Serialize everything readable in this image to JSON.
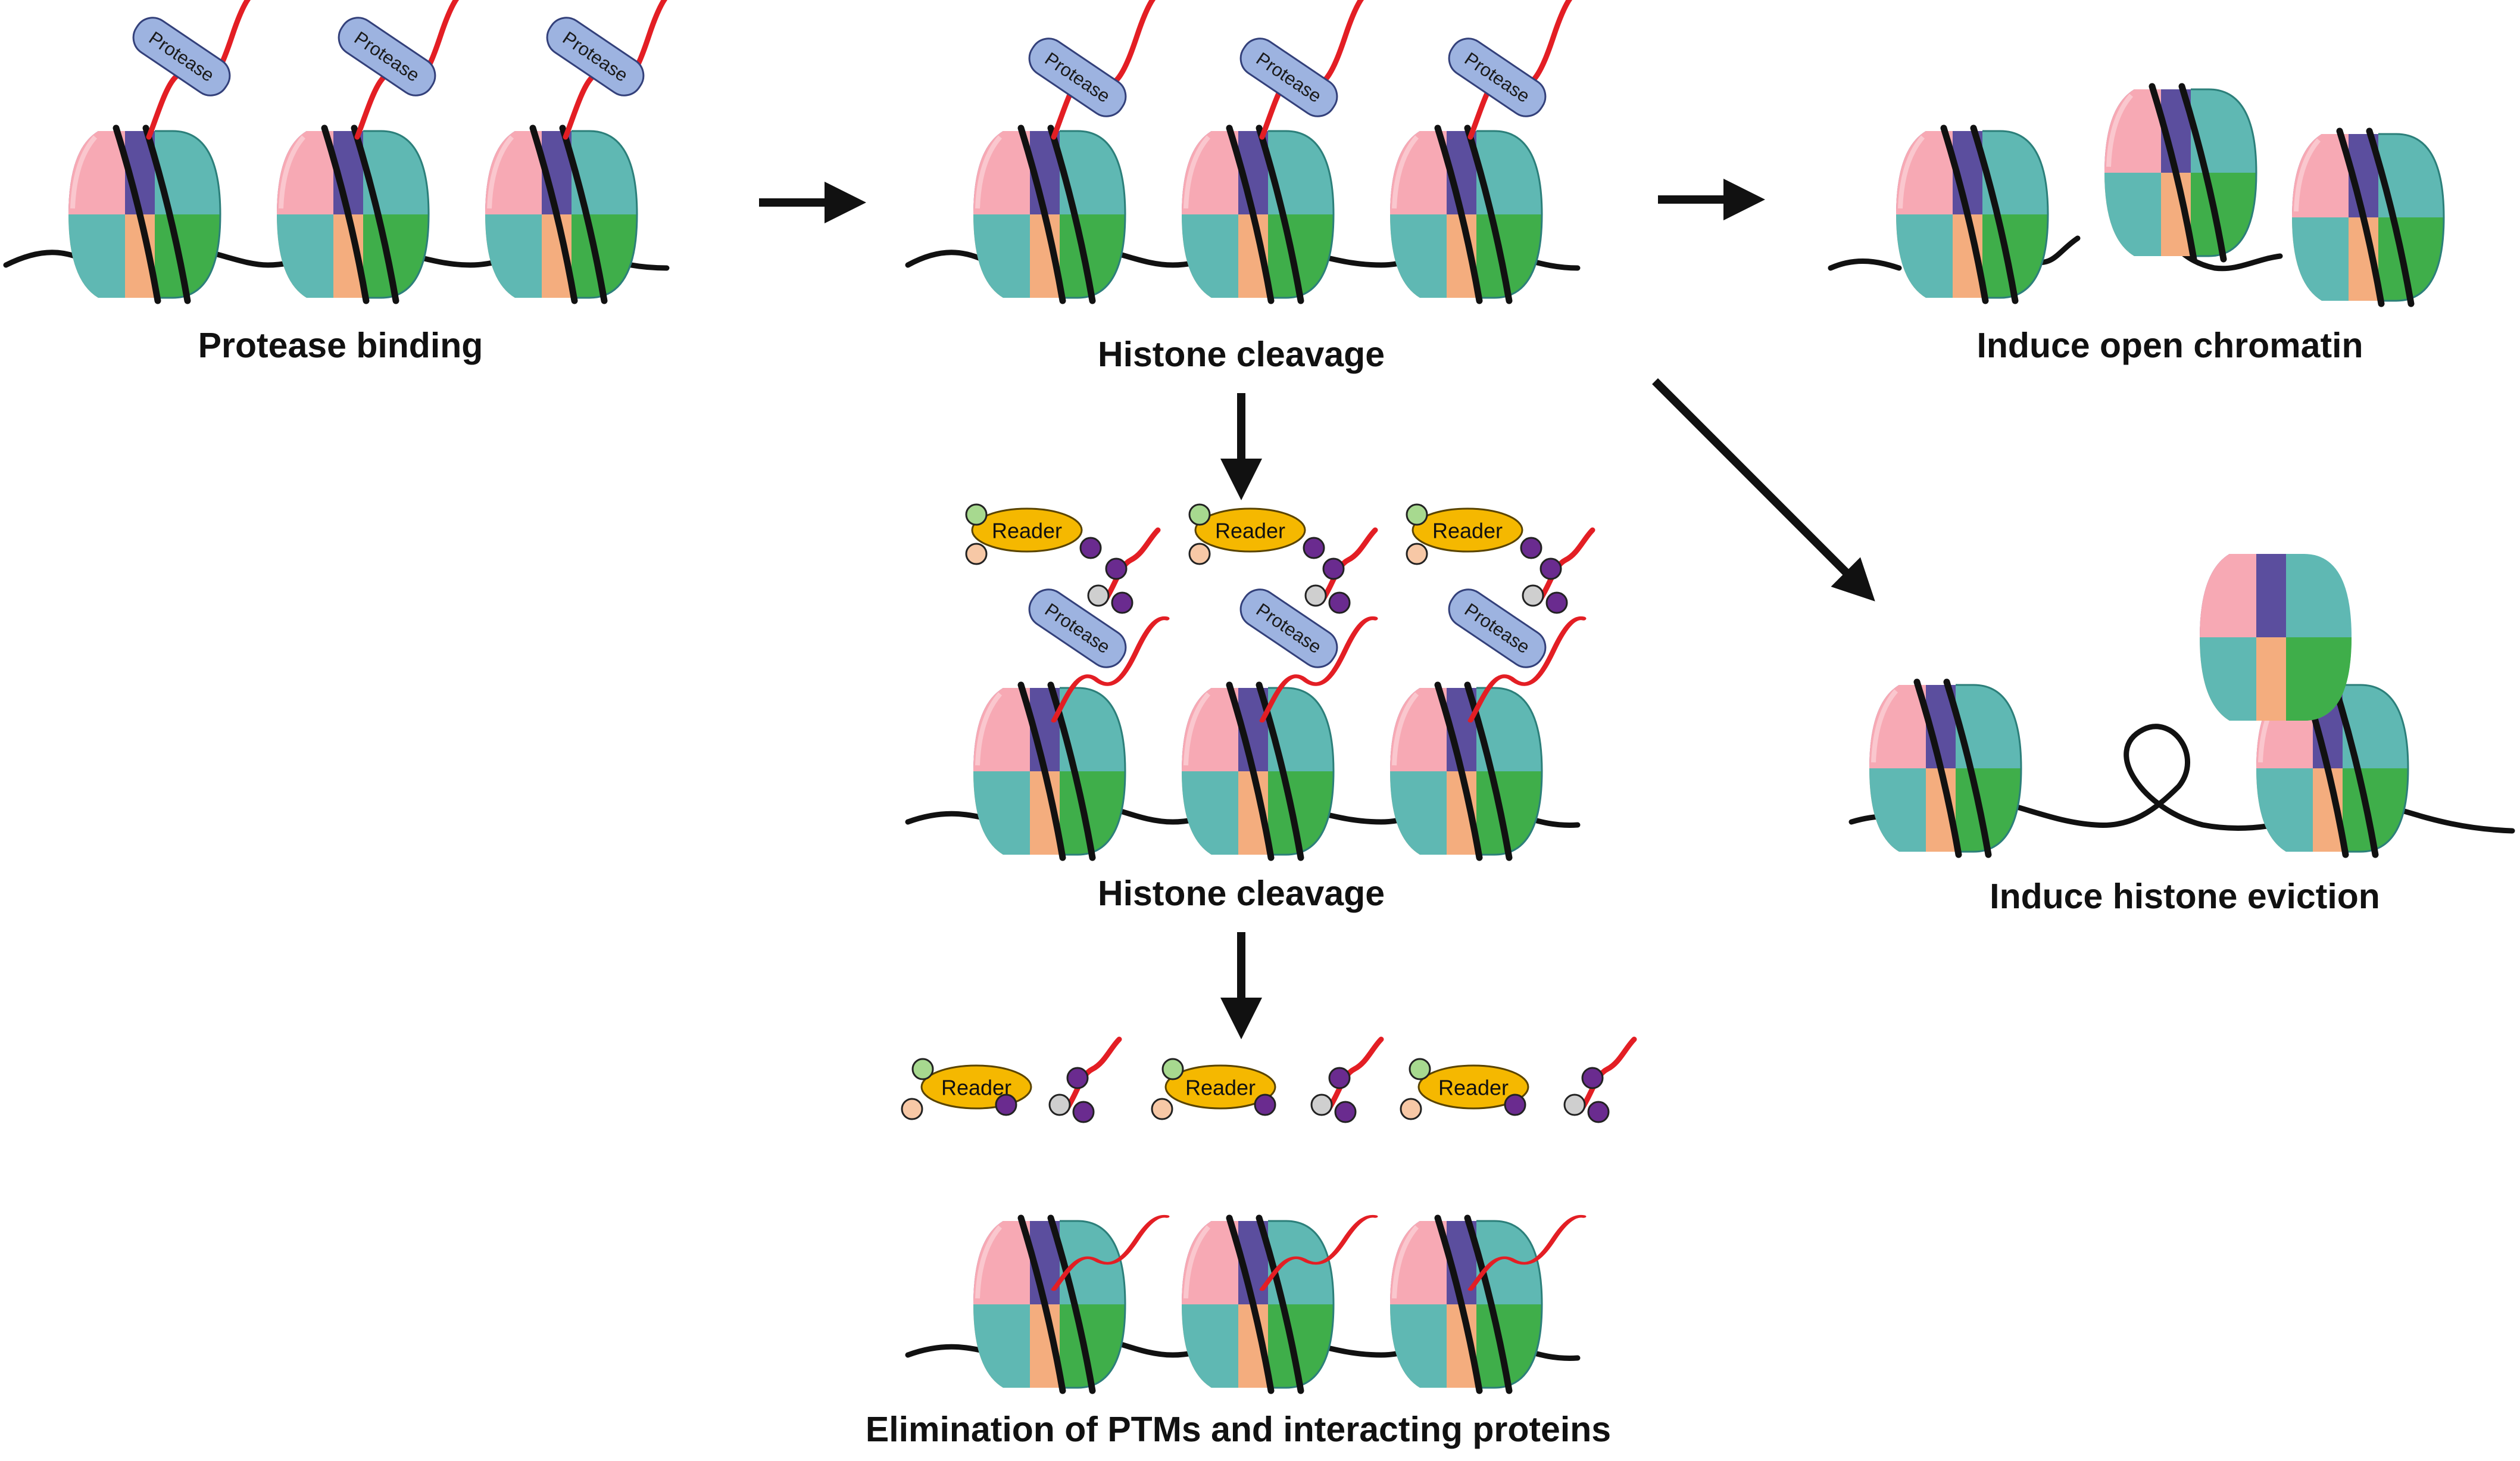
{
  "captions": {
    "protease_binding": "Protease binding",
    "histone_cleavage_top": "Histone cleavage",
    "induce_open_chromatin": "Induce open chromatin",
    "histone_cleavage_mid": "Histone cleavage",
    "induce_histone_eviction": "Induce histone eviction",
    "elimination": "Elimination of PTMs and interacting proteins"
  },
  "labels": {
    "protease": "Protease",
    "reader": "Reader"
  },
  "colors": {
    "pink": "#f7a9b4",
    "purple": "#5b4e9e",
    "teal": "#5fb8b3",
    "orange": "#f4ad7e",
    "green": "#3fae4a",
    "tail": "#e31e24",
    "dna": "#111111",
    "protease": "#9db3e0",
    "reader": "#f5b800",
    "mark_green": "#a7d98f",
    "mark_peach": "#f7c8a6",
    "mark_purple": "#6a2b8f",
    "mark_grey": "#cfcfcf"
  }
}
